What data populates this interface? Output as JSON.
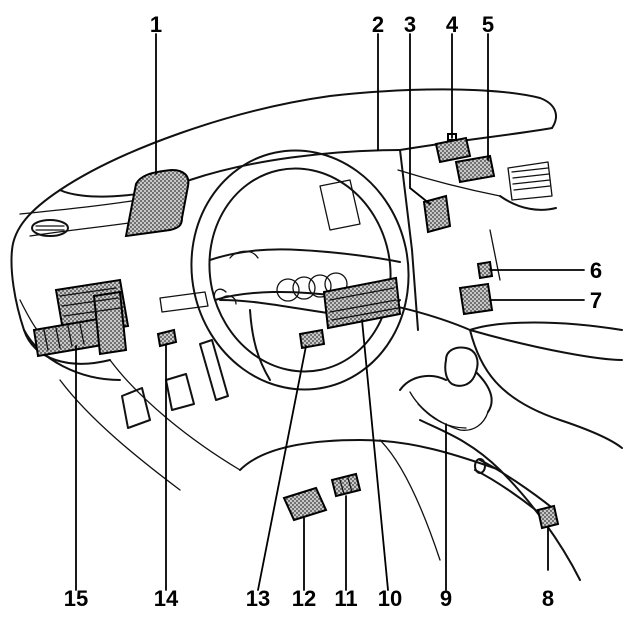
{
  "colors": {
    "ink": "#000000",
    "paper": "#ffffff",
    "component_fill": "#9a9a9a",
    "component_dark": "#4a4a4a"
  },
  "callouts": {
    "c1": "1",
    "c2": "2",
    "c3": "3",
    "c4": "4",
    "c5": "5",
    "c6": "6",
    "c7": "7",
    "c8": "8",
    "c9": "9",
    "c10": "10",
    "c11": "11",
    "c12": "12",
    "c13": "13",
    "c14": "14",
    "c15": "15"
  }
}
